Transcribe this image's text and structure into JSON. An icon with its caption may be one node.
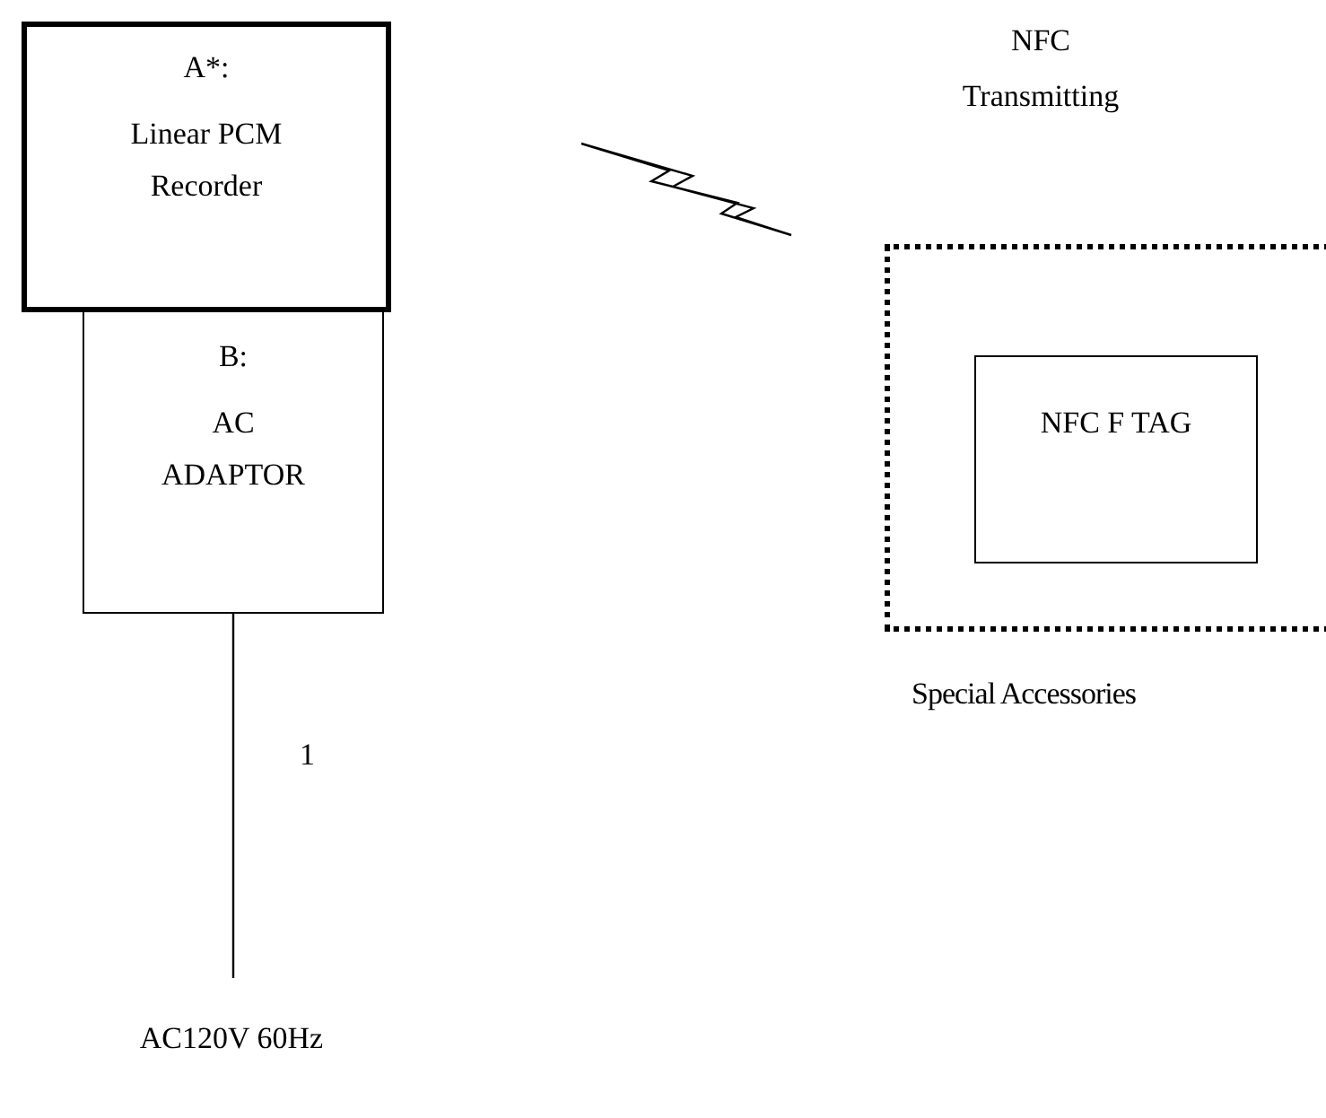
{
  "diagram": {
    "nodes": [
      {
        "text": [
          "A*:",
          "Linear PCM Recorder"
        ]
      },
      {
        "text": [
          "B:",
          "AC ADAPTOR"
        ]
      },
      {
        "text": [
          "AC120V 60Hz"
        ]
      },
      {
        "text": [
          "Special Accessories"
        ]
      },
      {
        "text": [
          "NFC F TAG"
        ],
        "in": 3
      }
    ],
    "edges": [
      {
        "from": 1,
        "to": 2,
        "arrow": "none",
        "label": "1"
      }
    ],
    "labels": [
      "NFC Transmitting"
    ]
  }
}
